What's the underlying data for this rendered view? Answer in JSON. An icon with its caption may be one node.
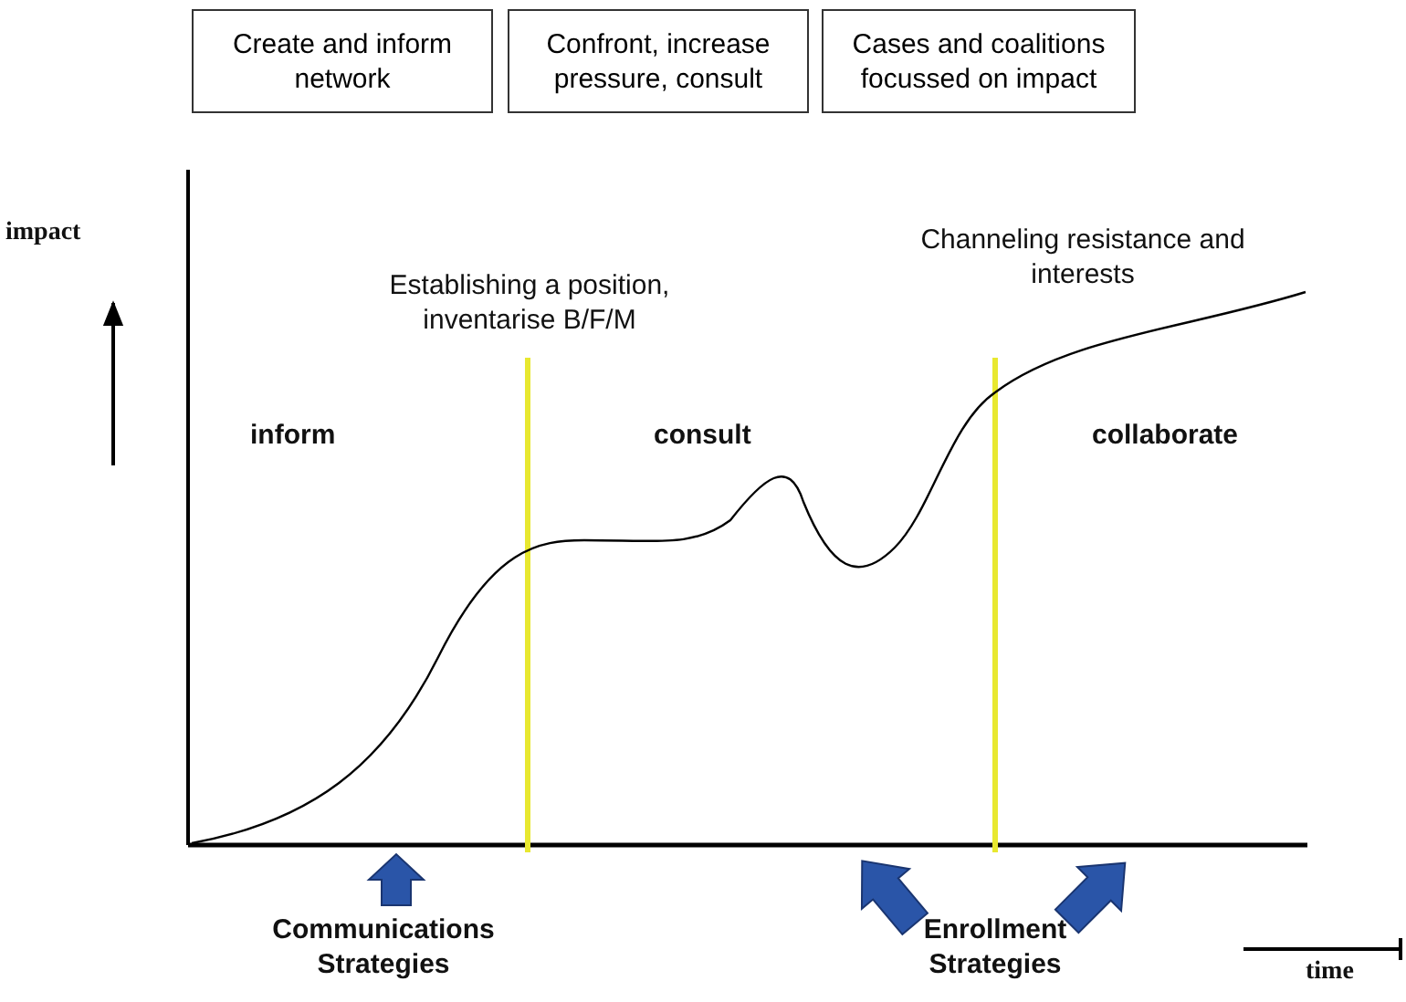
{
  "diagram": {
    "nodes": [
      {
        "text": [
          "Create and inform network"
        ]
      },
      {
        "text": [
          "Confront, increase pressure, consult"
        ]
      },
      {
        "text": [
          "Cases and coalitions focussed on impact"
        ]
      }
    ],
    "labels": [
      "impact",
      "Establishing a position, inventarise B/F/M",
      "Channeling resistance and interests",
      "inform",
      "consult",
      "collaborate",
      "Communications Strategies",
      "Enrollment Strategies",
      "time"
    ]
  }
}
